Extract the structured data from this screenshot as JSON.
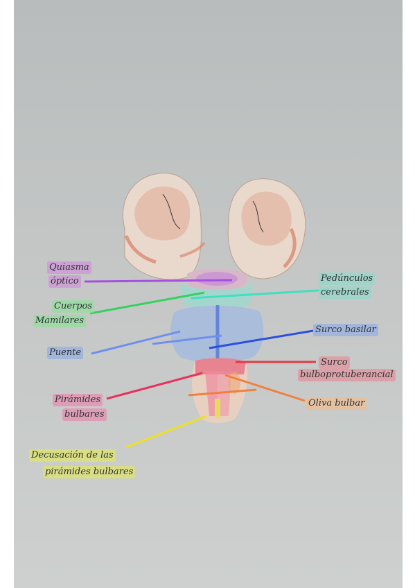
{
  "labels": {
    "quiasma_1": "Quiasma",
    "quiasma_2": "óptico",
    "pedunculos_1": "Pedúnculos",
    "pedunculos_2": "cerebrales",
    "cuerpos_1": "Cuerpos",
    "cuerpos_2": "Mamilares",
    "surco_basilar": "Surco basilar",
    "puente": "Puente",
    "surco_bulbo_1": "Surco",
    "surco_bulbo_2": "bulboprotuberancial",
    "piramides_1": "Pirámides",
    "piramides_2": "bulbares",
    "oliva": "Oliva bulbar",
    "decusacion_1": "Decusación de las",
    "decusacion_2": "pirámides bulbares"
  },
  "colors": {
    "quiasma": "#a64fe0",
    "pedunculos": "#3fe0c0",
    "cuerpos": "#35d060",
    "surco_basilar": "#2a4fe0",
    "puente": "#6f8ff0",
    "surco_bulbo": "#e23a45",
    "piramides": "#e8305f",
    "oliva": "#f08040",
    "decusacion": "#eee020"
  }
}
